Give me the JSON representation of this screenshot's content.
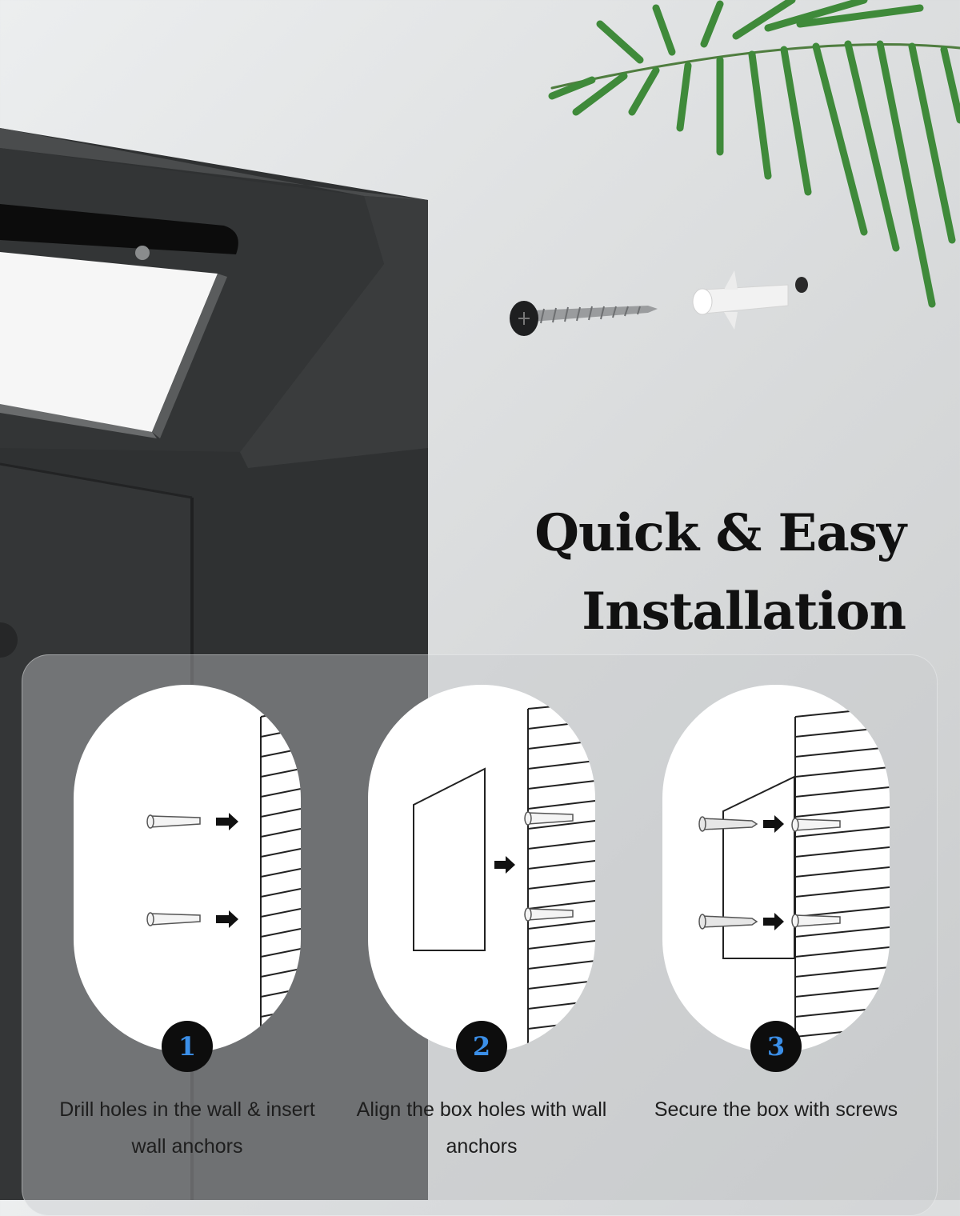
{
  "headline": {
    "line1": "Quick & Easy",
    "line2": "Installation"
  },
  "steps": [
    {
      "number": "1",
      "caption": "Drill holes in the wall & insert wall anchors"
    },
    {
      "number": "2",
      "caption": "Align the box holes with wall anchors"
    },
    {
      "number": "3",
      "caption": "Secure the box with screws"
    }
  ],
  "colors": {
    "box": "#2f3132",
    "badge_bg": "#0d0d0d",
    "badge_number": "#3b8fe8",
    "headline": "#111111",
    "leaf": "#3f8a3a"
  },
  "icons": [
    "screw-icon",
    "wall-anchor-icon",
    "arrow-right-icon",
    "wall-hatch-icon",
    "plant-leaf-icon"
  ]
}
